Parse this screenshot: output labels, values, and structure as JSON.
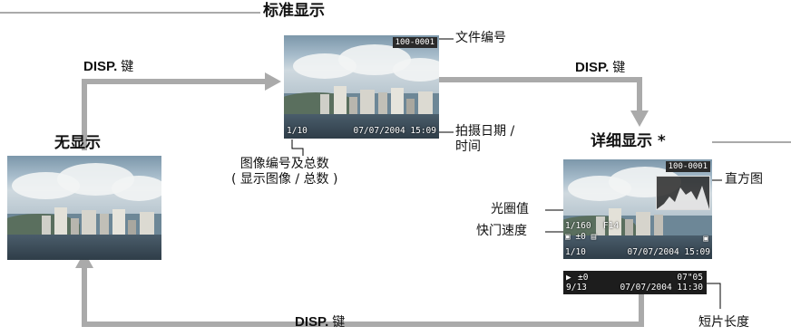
{
  "labels": {
    "standard_display": "标准显示",
    "no_display": "无显示",
    "detailed_display": "详细显示 *",
    "file_number": "文件编号",
    "shooting_date_time_line1": "拍摄日期 /",
    "shooting_date_time_line2": "时间",
    "image_number_line1": "图像编号及总数",
    "image_number_line2": "( 显示图像 / 总数 )",
    "histogram": "直方图",
    "aperture_value": "光圈值",
    "shutter_speed": "快门速度",
    "movie_length": "短片长度"
  },
  "disp_labels": {
    "key": "DISP.",
    "suffix": "键"
  },
  "standard_photo": {
    "file_no": "100-0001",
    "frame": "1/10",
    "datetime": "07/07/2004 15:09"
  },
  "detailed_photo": {
    "file_no": "100-0001",
    "aperture": "F14",
    "shutter": "1/160",
    "exposure": "±0",
    "frame": "1/10",
    "datetime": "07/07/2004 15:09"
  },
  "movie_strip": {
    "exposure": "±0",
    "length": "07\"05",
    "frame": "9/13",
    "datetime": "07/07/2004 11:30"
  },
  "colors": {
    "arrow": "#aaaaaa",
    "line": "#000000"
  }
}
